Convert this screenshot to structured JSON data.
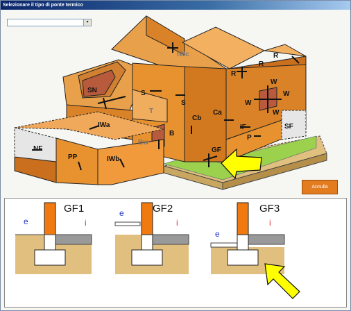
{
  "window": {
    "title": "Selezionare il tipo di ponte termico"
  },
  "selector": {
    "value": "",
    "arrow": "▾"
  },
  "diagram_labels": {
    "iwc": "IWc",
    "r_top": "R",
    "r_left": "R",
    "r_mid": "R",
    "sn": "SN",
    "s_left": "S",
    "s_right": "S",
    "t": "T",
    "w1": "W",
    "w2": "W",
    "w3": "W",
    "w4": "W",
    "cb": "Cb",
    "ca": "Ca",
    "iwa": "IWa",
    "sf": "SF",
    "if": "IF",
    "p": "P",
    "bw": "Bw",
    "b": "B",
    "gf": "GF",
    "nf": "NF",
    "pp": "PP",
    "iwb": "IWb"
  },
  "cancel_button": "Annulla",
  "options": [
    {
      "title": "GF1",
      "e": "e",
      "i": "i"
    },
    {
      "title": "GF2",
      "e": "e",
      "i": "i"
    },
    {
      "title": "GF3",
      "e": "e",
      "i": "i"
    }
  ],
  "colors": {
    "orange": "#e7912f",
    "brick": "#b85a3c",
    "ground": "#e1c07f",
    "grass": "#9bd14d",
    "arrow": "#ffff00"
  }
}
